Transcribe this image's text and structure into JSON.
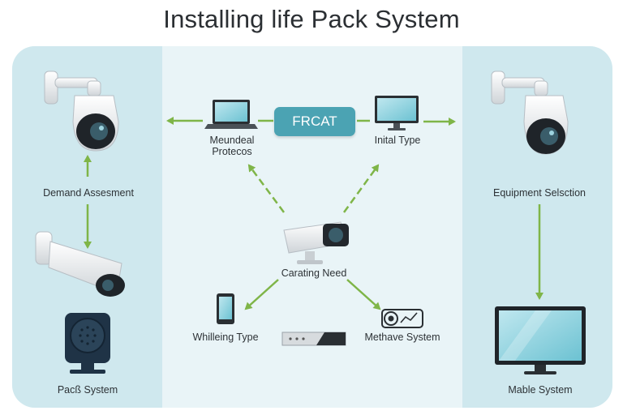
{
  "title": "Installing life Pack System",
  "badge": "FRCAT",
  "labels": {
    "meundeal": "Meundeal",
    "protecos": "Protecos",
    "initial_type": "Inital Type",
    "demand_assessment": "Demand Assesment",
    "equipment_selection": "Equipment Selsction",
    "carating_need": "Carating Need",
    "whilleing_type": "Whilleing Type",
    "methave_system": "Methave System",
    "pack_system": "Pacß System",
    "mable_system": "Mable System"
  },
  "colors": {
    "arrow": "#7fb548",
    "teal": "#4ba3b3",
    "side_panel": "#cfe8ee",
    "mid_panel": "#e9f4f7"
  },
  "icons": [
    "security-camera-icon",
    "bullet-camera-icon",
    "laptop-icon",
    "desktop-monitor-icon",
    "smartphone-icon",
    "network-switch-icon",
    "camera-icon",
    "speaker-icon",
    "monitor-icon"
  ]
}
